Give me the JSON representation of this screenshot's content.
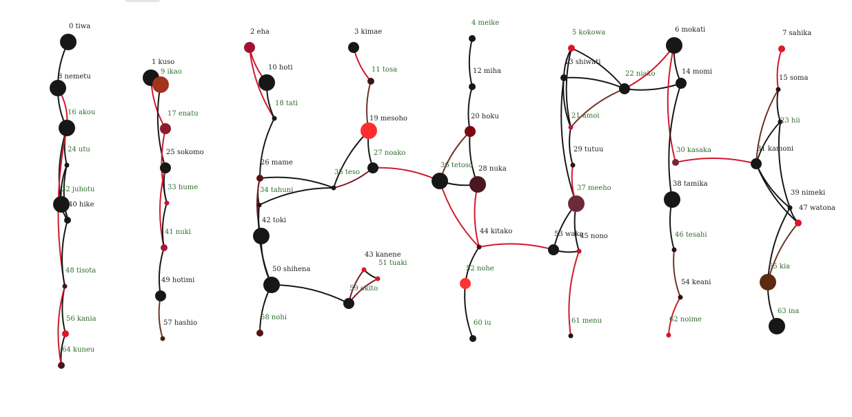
{
  "colors": {
    "black": "#171717",
    "red": "#d0182b",
    "darkred": "#5c1818",
    "maroon": "#7a1d2a",
    "brown": "#6e3320",
    "label_dark": "#1d1d1d",
    "label_green": "#2f6b2f"
  },
  "nodes": [
    {
      "id": 0,
      "label": "0 tiwa",
      "label_color": "dark",
      "fill": "#171717",
      "size": 3
    },
    {
      "id": 1,
      "label": "1 kuso",
      "label_color": "dark",
      "fill": "#171717",
      "size": 3
    },
    {
      "id": 2,
      "label": "2 eha",
      "label_color": "dark",
      "fill": "#a01330",
      "size": 2
    },
    {
      "id": 3,
      "label": "3 kimae",
      "label_color": "dark",
      "fill": "#171717",
      "size": 2
    },
    {
      "id": 4,
      "label": "4 meike",
      "label_color": "green",
      "fill": "#171717",
      "size": 1
    },
    {
      "id": 5,
      "label": "5 kokowa",
      "label_color": "green",
      "fill": "#e60e2a",
      "size": 1
    },
    {
      "id": 6,
      "label": "6 mokati",
      "label_color": "dark",
      "fill": "#171717",
      "size": 3
    },
    {
      "id": 7,
      "label": "7 sahika",
      "label_color": "dark",
      "fill": "#d91f28",
      "size": 1
    },
    {
      "id": 8,
      "label": "8 nemetu",
      "label_color": "dark",
      "fill": "#171717",
      "size": 3
    },
    {
      "id": 9,
      "label": "9 ikao",
      "label_color": "green",
      "fill": "#a1341c",
      "size": 3
    },
    {
      "id": 10,
      "label": "10 hoti",
      "label_color": "dark",
      "fill": "#171717",
      "size": 3
    },
    {
      "id": 11,
      "label": "11 tosa",
      "label_color": "green",
      "fill": "#3a1616",
      "size": 1
    },
    {
      "id": 12,
      "label": "12 miha",
      "label_color": "dark",
      "fill": "#171717",
      "size": 1
    },
    {
      "id": 13,
      "label": "13 shiwati",
      "label_color": "dark",
      "fill": "#171717",
      "size": 1
    },
    {
      "id": 14,
      "label": "14 momi",
      "label_color": "dark",
      "fill": "#171717",
      "size": 2
    },
    {
      "id": 15,
      "label": "15 soma",
      "label_color": "dark",
      "fill": "#2a1010",
      "size": 0
    },
    {
      "id": 16,
      "label": "16 akou",
      "label_color": "green",
      "fill": "#171717",
      "size": 3
    },
    {
      "id": 17,
      "label": "17 enatu",
      "label_color": "green",
      "fill": "#8b1c2c",
      "size": 2
    },
    {
      "id": 18,
      "label": "18 tati",
      "label_color": "green",
      "fill": "#171717",
      "size": 0
    },
    {
      "id": 19,
      "label": "19 mesoho",
      "label_color": "dark",
      "fill": "#ff2d2d",
      "size": 3
    },
    {
      "id": 20,
      "label": "20 hoku",
      "label_color": "dark",
      "fill": "#7a0a10",
      "size": 2
    },
    {
      "id": 21,
      "label": "21 amoi",
      "label_color": "green",
      "fill": "#c01a30",
      "size": 0
    },
    {
      "id": 22,
      "label": "22 niako",
      "label_color": "green",
      "fill": "#171717",
      "size": 2
    },
    {
      "id": 23,
      "label": "23 hii",
      "label_color": "green",
      "fill": "#171717",
      "size": 0
    },
    {
      "id": 24,
      "label": "24 utu",
      "label_color": "green",
      "fill": "#171717",
      "size": 0
    },
    {
      "id": 25,
      "label": "25 sokomo",
      "label_color": "dark",
      "fill": "#171717",
      "size": 2
    },
    {
      "id": 26,
      "label": "26 mame",
      "label_color": "dark",
      "fill": "#5c1010",
      "size": 1
    },
    {
      "id": 27,
      "label": "27 noako",
      "label_color": "green",
      "fill": "#171717",
      "size": 2
    },
    {
      "id": 28,
      "label": "28 nuka",
      "label_color": "dark",
      "fill": "#4a1820",
      "size": 3
    },
    {
      "id": 29,
      "label": "29 tutuu",
      "label_color": "dark",
      "fill": "#2a1414",
      "size": 0
    },
    {
      "id": 30,
      "label": "30 kasaka",
      "label_color": "green",
      "fill": "#7a2434",
      "size": 1
    },
    {
      "id": 31,
      "label": "31 kamoni",
      "label_color": "dark",
      "fill": "#171717",
      "size": 2
    },
    {
      "id": 32,
      "label": "32 juhotu",
      "label_color": "green",
      "fill": "#171717",
      "size": 3
    },
    {
      "id": 33,
      "label": "33 hume",
      "label_color": "green",
      "fill": "#c01a30",
      "size": 0
    },
    {
      "id": 34,
      "label": "34 tahuni",
      "label_color": "green",
      "fill": "#2a1010",
      "size": 0
    },
    {
      "id": 35,
      "label": "35 teso",
      "label_color": "green",
      "fill": "#171717",
      "size": 0
    },
    {
      "id": 36,
      "label": "36 tetoso",
      "label_color": "green",
      "fill": "#171717",
      "size": 3
    },
    {
      "id": 37,
      "label": "37 meeho",
      "label_color": "green",
      "fill": "#6e2a3a",
      "size": 3
    },
    {
      "id": 38,
      "label": "38 tamika",
      "label_color": "dark",
      "fill": "#171717",
      "size": 3
    },
    {
      "id": 39,
      "label": "39 nimeki",
      "label_color": "dark",
      "fill": "#171717",
      "size": 0
    },
    {
      "id": 40,
      "label": "40 hike",
      "label_color": "dark",
      "fill": "#171717",
      "size": 1
    },
    {
      "id": 41,
      "label": "41 nuki",
      "label_color": "green",
      "fill": "#a81838",
      "size": 1
    },
    {
      "id": 42,
      "label": "42 toki",
      "label_color": "dark",
      "fill": "#171717",
      "size": 3
    },
    {
      "id": 43,
      "label": "43 kanene",
      "label_color": "dark",
      "fill": "#e01428",
      "size": 0
    },
    {
      "id": 44,
      "label": "44 kitako",
      "label_color": "dark",
      "fill": "#3a1010",
      "size": 0
    },
    {
      "id": 45,
      "label": "45 nono",
      "label_color": "dark",
      "fill": "#c01a30",
      "size": 0
    },
    {
      "id": 46,
      "label": "46 tesahi",
      "label_color": "green",
      "fill": "#2a1010",
      "size": 0
    },
    {
      "id": 47,
      "label": "47 watona",
      "label_color": "dark",
      "fill": "#e01428",
      "size": 1
    },
    {
      "id": 48,
      "label": "48 tisota",
      "label_color": "green",
      "fill": "#3a1a1a",
      "size": 0
    },
    {
      "id": 49,
      "label": "49 hotimi",
      "label_color": "dark",
      "fill": "#171717",
      "size": 2
    },
    {
      "id": 50,
      "label": "50 shihena",
      "label_color": "dark",
      "fill": "#171717",
      "size": 3
    },
    {
      "id": 51,
      "label": "51 tuaki",
      "label_color": "green",
      "fill": "#d8182a",
      "size": 0
    },
    {
      "id": 52,
      "label": "52 nohe",
      "label_color": "green",
      "fill": "#ff3535",
      "size": 2
    },
    {
      "id": 53,
      "label": "53 wako",
      "label_color": "dark",
      "fill": "#171717",
      "size": 2
    },
    {
      "id": 54,
      "label": "54 keani",
      "label_color": "dark",
      "fill": "#2a1414",
      "size": 0
    },
    {
      "id": 55,
      "label": "55 kia",
      "label_color": "green",
      "fill": "#5c2a10",
      "size": 3
    },
    {
      "id": 56,
      "label": "56 kania",
      "label_color": "green",
      "fill": "#e01428",
      "size": 1
    },
    {
      "id": 57,
      "label": "57 hashio",
      "label_color": "dark",
      "fill": "#4a2010",
      "size": 0
    },
    {
      "id": 58,
      "label": "58 nohi",
      "label_color": "green",
      "fill": "#5c1018",
      "size": 1
    },
    {
      "id": 59,
      "label": "59 okito",
      "label_color": "green",
      "fill": "#171717",
      "size": 2
    },
    {
      "id": 60,
      "label": "60 iu",
      "label_color": "green",
      "fill": "#171717",
      "size": 1
    },
    {
      "id": 61,
      "label": "61 menu",
      "label_color": "green",
      "fill": "#171717",
      "size": 0
    },
    {
      "id": 62,
      "label": "62 noime",
      "label_color": "green",
      "fill": "#d0182b",
      "size": 0
    },
    {
      "id": 63,
      "label": "63 ina",
      "label_color": "green",
      "fill": "#171717",
      "size": 3
    },
    {
      "id": 64,
      "label": "64 kuneu",
      "label_color": "green",
      "fill": "#4a1818",
      "size": 1
    }
  ],
  "edges": [
    {
      "s": 0,
      "t": 8,
      "c": "black"
    },
    {
      "s": 8,
      "t": 16,
      "c": "black"
    },
    {
      "s": 8,
      "t": 16,
      "c": "red"
    },
    {
      "s": 16,
      "t": 24,
      "c": "black"
    },
    {
      "s": 24,
      "t": 32,
      "c": "black"
    },
    {
      "s": 16,
      "t": 32,
      "c": "black"
    },
    {
      "s": 32,
      "t": 40,
      "c": "black"
    },
    {
      "s": 32,
      "t": 40,
      "c": "brown"
    },
    {
      "s": 24,
      "t": 40,
      "c": "black"
    },
    {
      "s": 16,
      "t": 48,
      "c": "red"
    },
    {
      "s": 40,
      "t": 48,
      "c": "black"
    },
    {
      "s": 48,
      "t": 56,
      "c": "black"
    },
    {
      "s": 56,
      "t": 64,
      "c": "black"
    },
    {
      "s": 48,
      "t": 64,
      "c": "red"
    },
    {
      "s": 1,
      "t": 9,
      "c": "black"
    },
    {
      "s": 1,
      "t": 17,
      "c": "red"
    },
    {
      "s": 9,
      "t": 25,
      "c": "black"
    },
    {
      "s": 17,
      "t": 33,
      "c": "red"
    },
    {
      "s": 25,
      "t": 33,
      "c": "black"
    },
    {
      "s": 25,
      "t": 41,
      "c": "red"
    },
    {
      "s": 33,
      "t": 41,
      "c": "black"
    },
    {
      "s": 41,
      "t": 49,
      "c": "black"
    },
    {
      "s": 49,
      "t": 57,
      "c": "brown"
    },
    {
      "s": 2,
      "t": 18,
      "c": "red"
    },
    {
      "s": 2,
      "t": 10,
      "c": "red"
    },
    {
      "s": 10,
      "t": 18,
      "c": "black"
    },
    {
      "s": 18,
      "t": 26,
      "c": "black"
    },
    {
      "s": 26,
      "t": 34,
      "c": "black"
    },
    {
      "s": 26,
      "t": 35,
      "c": "black"
    },
    {
      "s": 34,
      "t": 35,
      "c": "black"
    },
    {
      "s": 34,
      "t": 42,
      "c": "black"
    },
    {
      "s": 26,
      "t": 42,
      "c": "maroon"
    },
    {
      "s": 42,
      "t": 50,
      "c": "black"
    },
    {
      "s": 34,
      "t": 50,
      "c": "black"
    },
    {
      "s": 50,
      "t": 58,
      "c": "black"
    },
    {
      "s": 50,
      "t": 59,
      "c": "black"
    },
    {
      "s": 43,
      "t": 59,
      "c": "maroon"
    },
    {
      "s": 43,
      "t": 51,
      "c": "black"
    },
    {
      "s": 51,
      "t": 59,
      "c": "maroon"
    },
    {
      "s": 3,
      "t": 11,
      "c": "red"
    },
    {
      "s": 11,
      "t": 19,
      "c": "brown"
    },
    {
      "s": 19,
      "t": 27,
      "c": "black"
    },
    {
      "s": 19,
      "t": 35,
      "c": "black"
    },
    {
      "s": 35,
      "t": 27,
      "c": "maroon"
    },
    {
      "s": 27,
      "t": 36,
      "c": "red"
    },
    {
      "s": 4,
      "t": 12,
      "c": "black"
    },
    {
      "s": 12,
      "t": 20,
      "c": "black"
    },
    {
      "s": 20,
      "t": 28,
      "c": "black"
    },
    {
      "s": 20,
      "t": 36,
      "c": "brown"
    },
    {
      "s": 36,
      "t": 28,
      "c": "black"
    },
    {
      "s": 28,
      "t": 44,
      "c": "red"
    },
    {
      "s": 36,
      "t": 44,
      "c": "red"
    },
    {
      "s": 44,
      "t": 52,
      "c": "black"
    },
    {
      "s": 52,
      "t": 60,
      "c": "black"
    },
    {
      "s": 44,
      "t": 53,
      "c": "red"
    },
    {
      "s": 5,
      "t": 13,
      "c": "black"
    },
    {
      "s": 5,
      "t": 22,
      "c": "black"
    },
    {
      "s": 5,
      "t": 21,
      "c": "black"
    },
    {
      "s": 13,
      "t": 22,
      "c": "black"
    },
    {
      "s": 13,
      "t": 21,
      "c": "black"
    },
    {
      "s": 21,
      "t": 22,
      "c": "brown"
    },
    {
      "s": 22,
      "t": 14,
      "c": "black"
    },
    {
      "s": 22,
      "t": 6,
      "c": "red"
    },
    {
      "s": 6,
      "t": 14,
      "c": "black"
    },
    {
      "s": 21,
      "t": 29,
      "c": "black"
    },
    {
      "s": 13,
      "t": 37,
      "c": "black"
    },
    {
      "s": 29,
      "t": 37,
      "c": "red"
    },
    {
      "s": 37,
      "t": 53,
      "c": "black"
    },
    {
      "s": 37,
      "t": 45,
      "c": "black"
    },
    {
      "s": 53,
      "t": 45,
      "c": "black"
    },
    {
      "s": 45,
      "t": 61,
      "c": "red"
    },
    {
      "s": 6,
      "t": 30,
      "c": "red"
    },
    {
      "s": 14,
      "t": 38,
      "c": "black"
    },
    {
      "s": 30,
      "t": 31,
      "c": "red"
    },
    {
      "s": 38,
      "t": 46,
      "c": "black"
    },
    {
      "s": 46,
      "t": 54,
      "c": "brown"
    },
    {
      "s": 54,
      "t": 62,
      "c": "red"
    },
    {
      "s": 7,
      "t": 15,
      "c": "red"
    },
    {
      "s": 15,
      "t": 23,
      "c": "black"
    },
    {
      "s": 15,
      "t": 31,
      "c": "brown"
    },
    {
      "s": 23,
      "t": 31,
      "c": "black"
    },
    {
      "s": 23,
      "t": 39,
      "c": "black"
    },
    {
      "s": 31,
      "t": 39,
      "c": "black"
    },
    {
      "s": 31,
      "t": 47,
      "c": "black"
    },
    {
      "s": 39,
      "t": 47,
      "c": "black"
    },
    {
      "s": 47,
      "t": 55,
      "c": "brown"
    },
    {
      "s": 39,
      "t": 55,
      "c": "black"
    },
    {
      "s": 55,
      "t": 63,
      "c": "black"
    }
  ]
}
